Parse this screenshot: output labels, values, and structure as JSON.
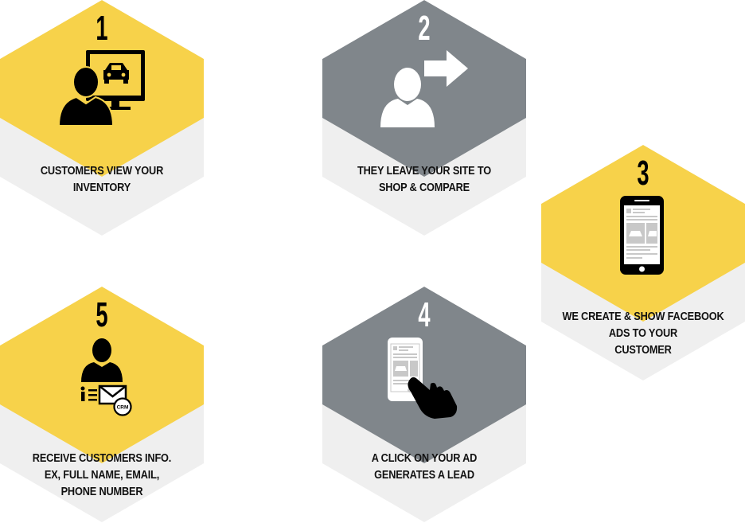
{
  "colors": {
    "yellow": "#f7d24a",
    "gray": "#80868b",
    "light": "#efefef",
    "icon": "#000000",
    "icon_on_gray": "#ffffff",
    "screen_gray": "#c8c8c8"
  },
  "steps": [
    {
      "number": "1",
      "lines": [
        "CUSTOMERS VIEW YOUR",
        "INVENTORY"
      ],
      "top_color": "yellow",
      "icon": "person-computer-car-icon"
    },
    {
      "number": "2",
      "lines": [
        "THEY LEAVE YOUR SITE TO",
        "SHOP & COMPARE"
      ],
      "top_color": "gray",
      "icon": "person-leaving-arrow-icon"
    },
    {
      "number": "3",
      "lines": [
        "WE CREATE & SHOW FACEBOOK",
        "ADS TO YOUR",
        "CUSTOMER"
      ],
      "top_color": "yellow",
      "icon": "smartphone-ad-icon"
    },
    {
      "number": "4",
      "lines": [
        "A CLICK ON YOUR AD",
        "GENERATES A LEAD"
      ],
      "top_color": "gray",
      "icon": "hand-tap-phone-icon"
    },
    {
      "number": "5",
      "lines": [
        "RECEIVE CUSTOMERS INFO.",
        "EX, FULL NAME, EMAIL,",
        "PHONE NUMBER"
      ],
      "top_color": "yellow",
      "icon": "person-info-mail-crm-icon",
      "crm_label": "CRM"
    }
  ]
}
